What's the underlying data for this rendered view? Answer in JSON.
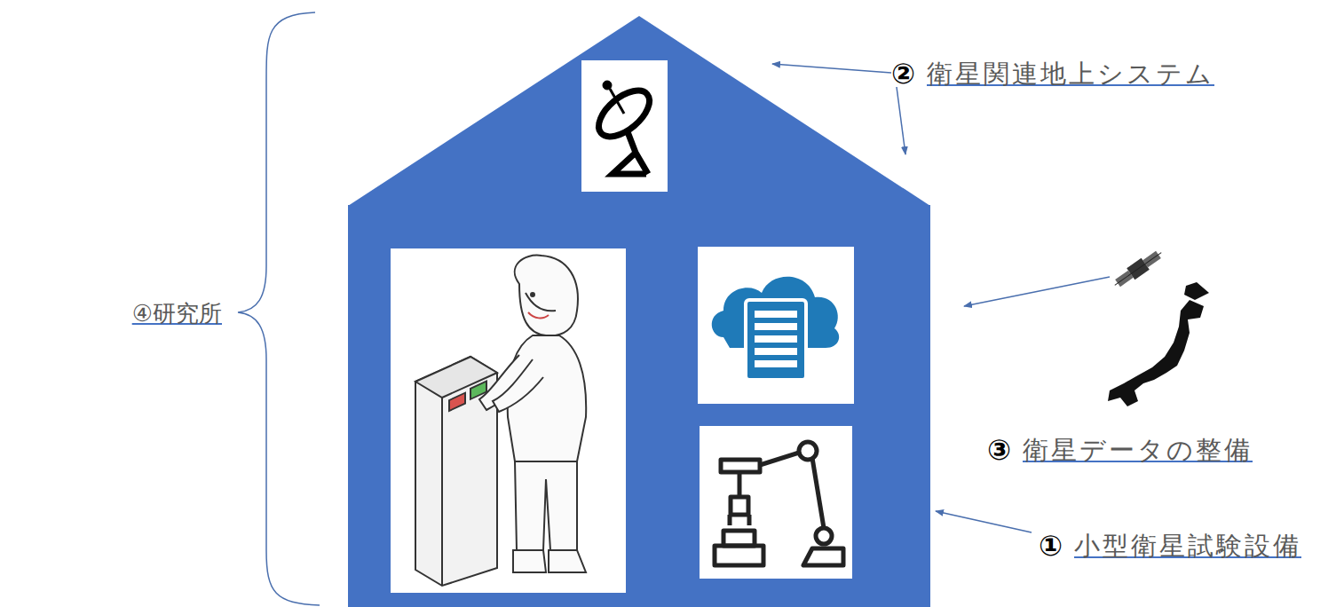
{
  "diagram": {
    "labels": [
      "②",
      "衛星関連地上システム",
      "③",
      "衛星データの整備",
      "①",
      "小型衛星試験設備",
      "④研究所"
    ]
  }
}
